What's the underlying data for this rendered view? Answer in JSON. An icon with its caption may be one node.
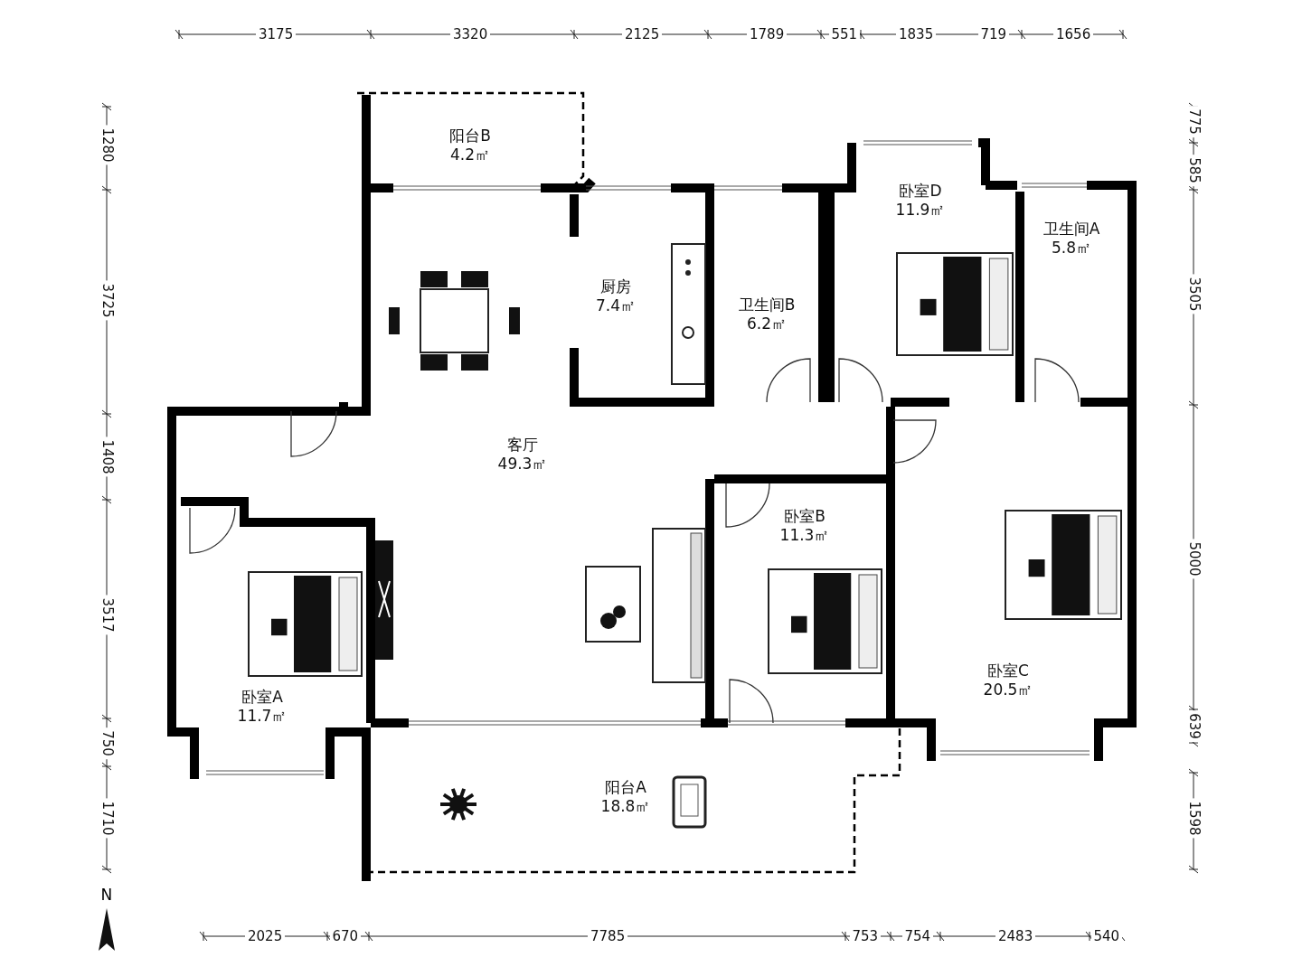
{
  "diagram": {
    "nodes": [
      {
        "text": [
          "阳台B",
          "4.2㎡"
        ]
      },
      {
        "text": [
          "厨房",
          "7.4㎡"
        ]
      },
      {
        "text": [
          "卫生间B",
          "6.2㎡"
        ]
      },
      {
        "text": [
          "卧室D",
          "11.9㎡"
        ]
      },
      {
        "text": [
          "卫生间A",
          "5.8㎡"
        ]
      },
      {
        "text": [
          "客厅",
          "49.3㎡"
        ]
      },
      {
        "text": [
          "卧室B",
          "11.3㎡"
        ]
      },
      {
        "text": [
          "卧室C",
          "20.5㎡"
        ]
      },
      {
        "text": [
          "卧室A",
          "11.7㎡"
        ]
      },
      {
        "text": [
          "阳台A",
          "18.8㎡"
        ]
      }
    ],
    "edges": [],
    "labels": [
      "3175",
      "3320",
      "2125",
      "1789",
      "551",
      "1835",
      "719",
      "1656",
      "1280",
      "3725",
      "1408",
      "3517",
      "750",
      "1710",
      "775",
      "585",
      "3505",
      "5000",
      "639",
      "1598",
      "2025",
      "670",
      "7785",
      "753",
      "754",
      "2483",
      "540",
      "N"
    ]
  }
}
